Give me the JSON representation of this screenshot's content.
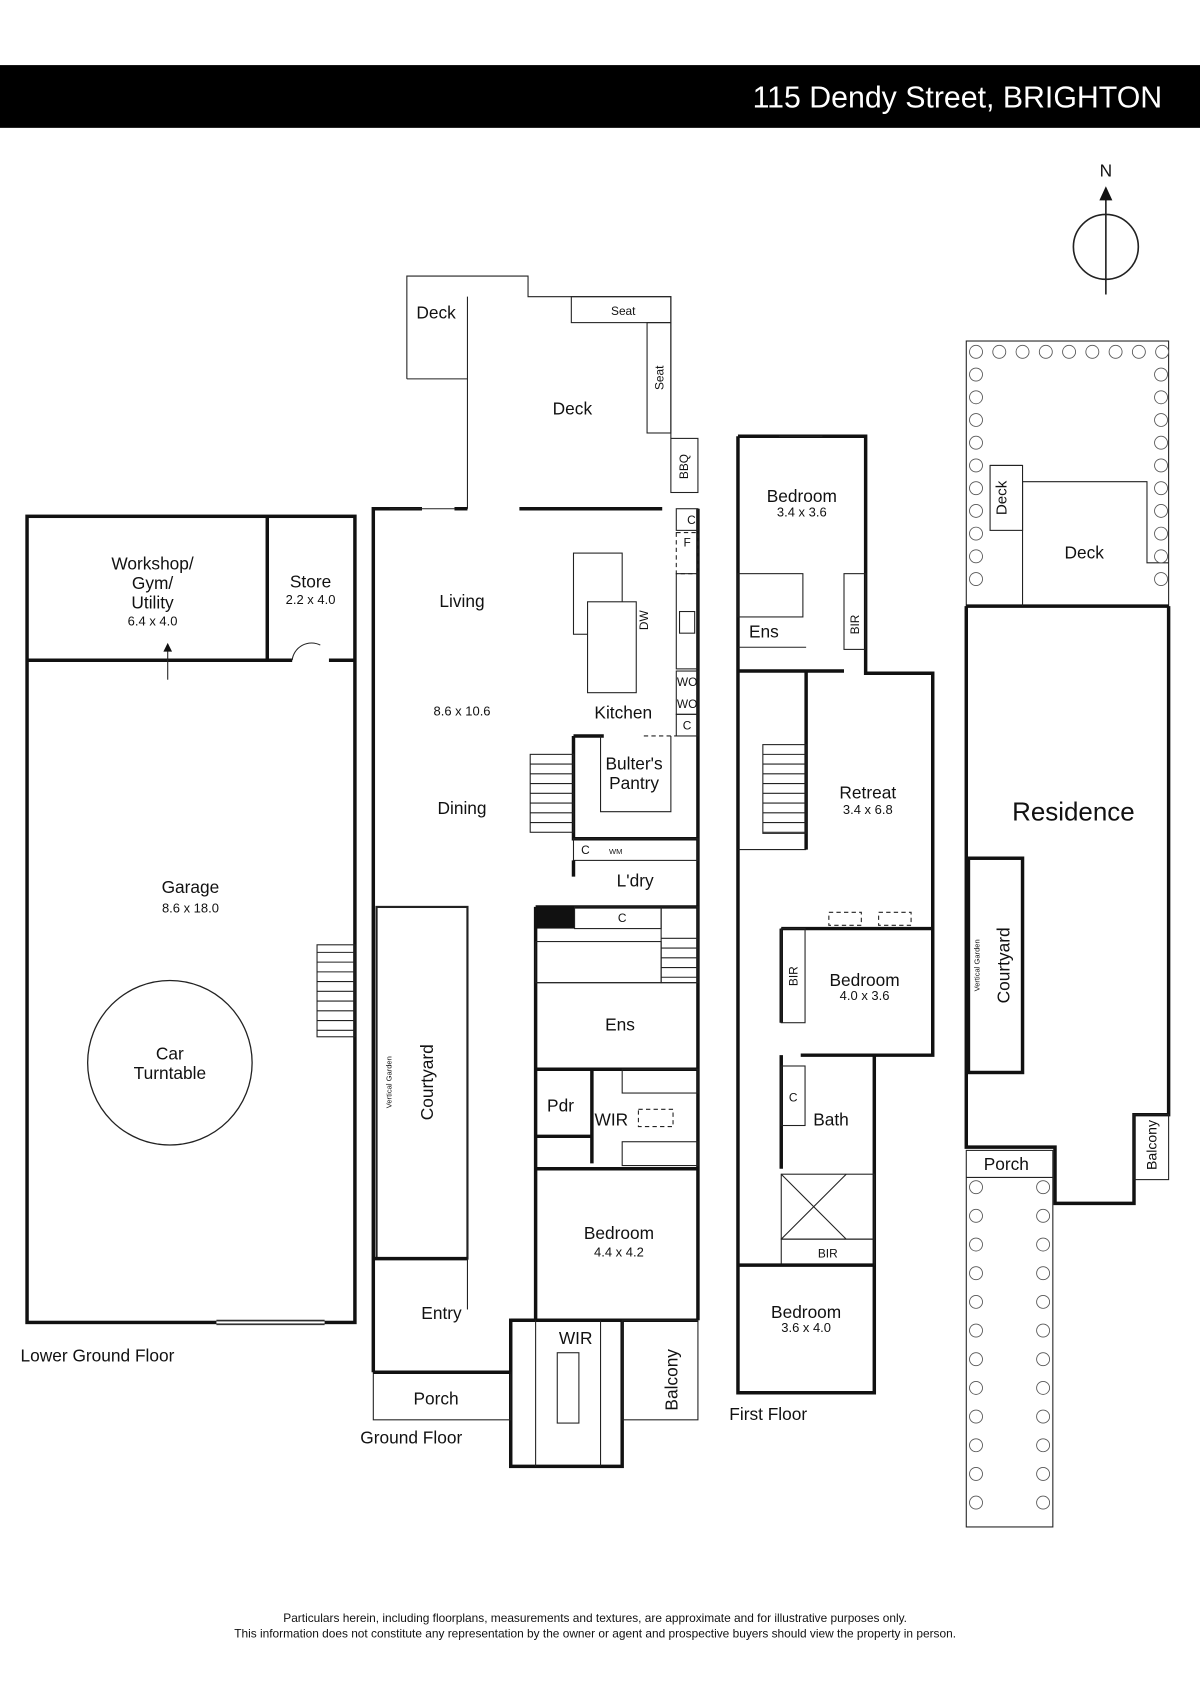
{
  "header": {
    "address": "115 Dendy Street, BRIGHTON"
  },
  "compass": {
    "label": "N"
  },
  "lower_ground": {
    "title": "Lower Ground Floor",
    "workshop": {
      "line1": "Workshop/",
      "line2": "Gym/",
      "line3": "Utility",
      "dim": "6.4 x 4.0"
    },
    "store": {
      "name": "Store",
      "dim": "2.2 x 4.0"
    },
    "garage": {
      "name": "Garage",
      "dim": "8.6 x 18.0"
    },
    "turntable": {
      "line1": "Car",
      "line2": "Turntable"
    }
  },
  "ground": {
    "title": "Ground Floor",
    "deck_small": "Deck",
    "deck_main": "Deck",
    "seat_top": "Seat",
    "seat_side": "Seat",
    "bbq": "BBQ",
    "living": "Living",
    "living_dim": "8.6 x 10.6",
    "dining": "Dining",
    "kitchen": "Kitchen",
    "pantry_line1": "Bulter's",
    "pantry_line2": "Pantry",
    "dw": "DW",
    "c": "C",
    "f": "F",
    "wo": "WO",
    "wm": "WM",
    "laundry": "L'dry",
    "ens": "Ens",
    "pdr": "Pdr",
    "wir": "WIR",
    "bedroom": "Bedroom",
    "bedroom_dim": "4.4 x 4.2",
    "entry": "Entry",
    "wir2": "WIR",
    "porch": "Porch",
    "balcony": "Balcony",
    "courtyard": "Courtyard",
    "vertical_garden": "Vertical Garden"
  },
  "first": {
    "title": "First Floor",
    "bedroom1": {
      "name": "Bedroom",
      "dim": "3.4 x 3.6"
    },
    "ens": "Ens",
    "bir1": "BIR",
    "retreat": {
      "name": "Retreat",
      "dim": "3.4 x 6.8"
    },
    "bir2": "BIR",
    "bedroom2": {
      "name": "Bedroom",
      "dim": "4.0 x 3.6"
    },
    "c": "C",
    "bath": "Bath",
    "bir3": "BIR",
    "bedroom3": {
      "name": "Bedroom",
      "dim": "3.6 x 4.0"
    }
  },
  "site": {
    "deck_side": "Deck",
    "deck": "Deck",
    "residence": "Residence",
    "courtyard": "Courtyard",
    "vertical_garden": "Vertical Garden",
    "balcony": "Balcony",
    "porch": "Porch"
  },
  "footer": {
    "line1": "Particulars herein, including floorplans, measurements and textures, are approximate and for illustrative purposes only.",
    "line2": "This information does not constitute any representation by the owner or agent and prospective buyers should view the property in person."
  }
}
